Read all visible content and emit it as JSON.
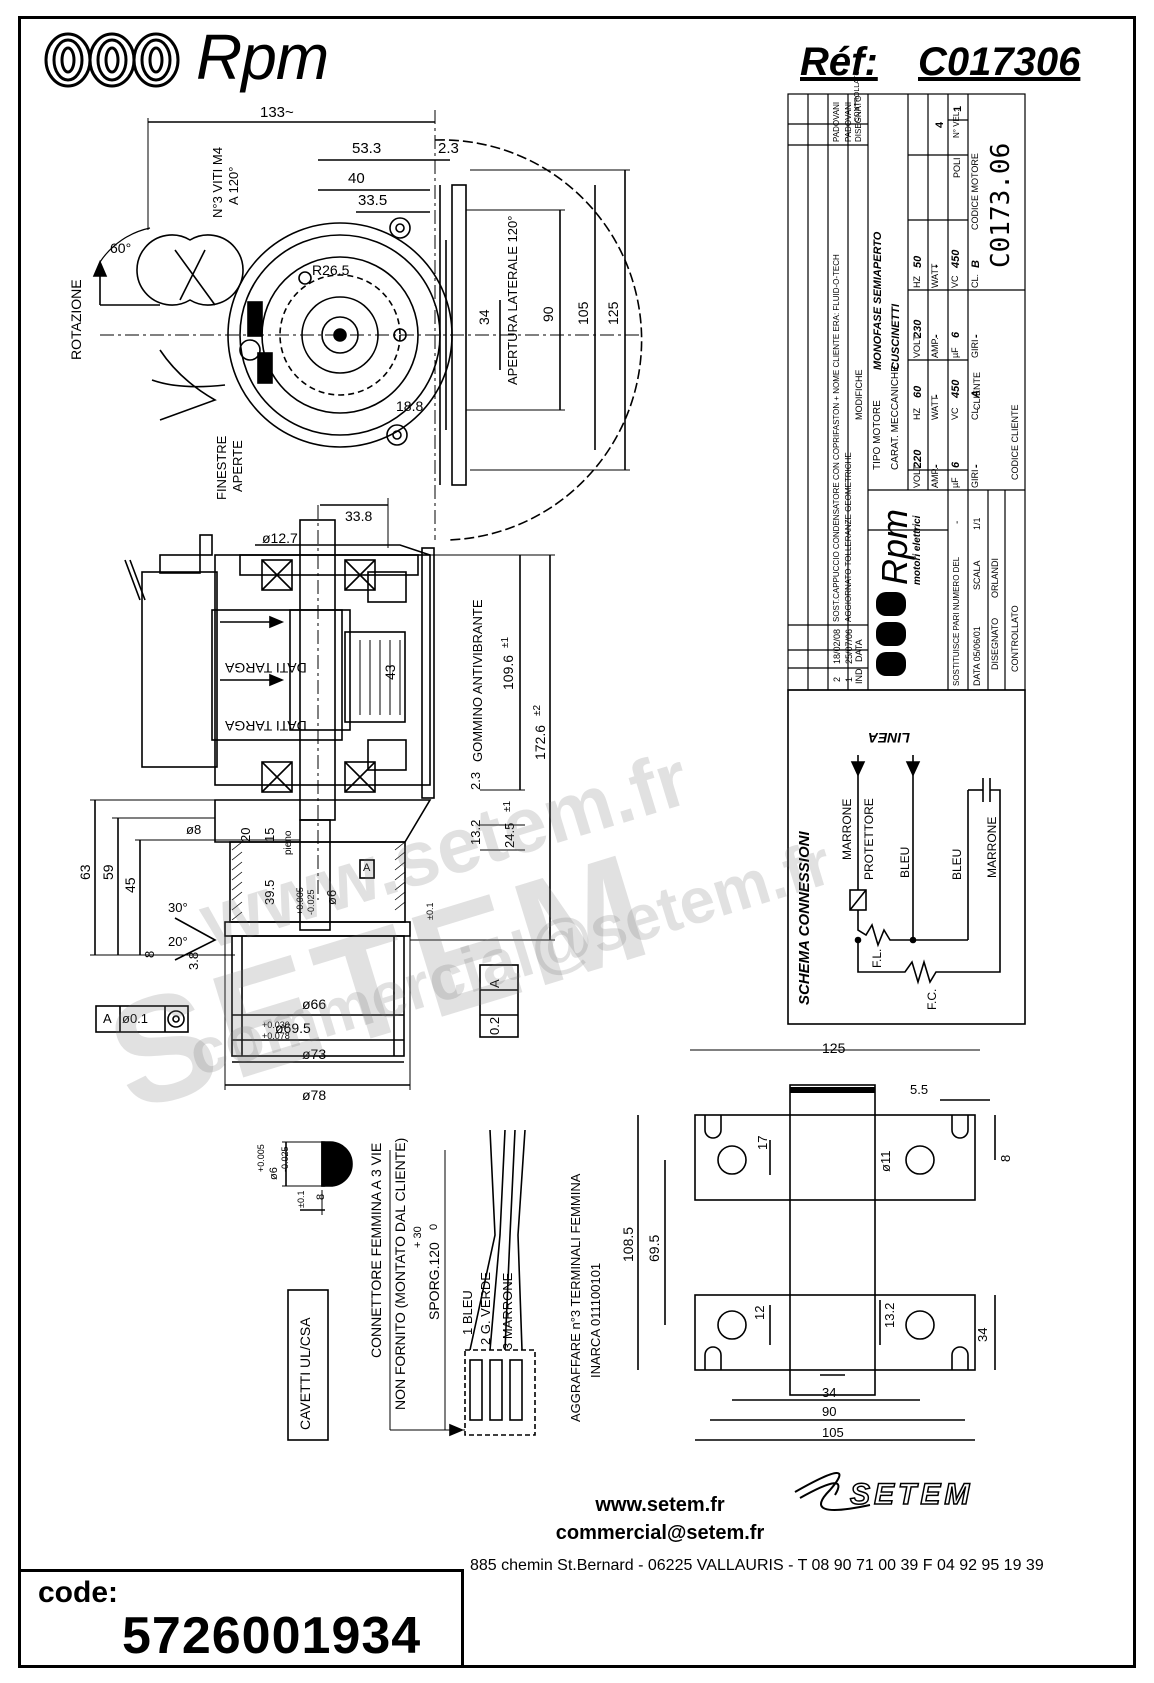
{
  "header": {
    "brand": "Rpm",
    "ref_label": "Réf:",
    "ref_value": "C017306"
  },
  "dimensions_top_view": [
    "133~",
    "53.3",
    "2.3",
    "40",
    "33.5",
    "R26.5",
    "34",
    "90",
    "105",
    "125",
    "18.8"
  ],
  "top_labels": {
    "rotation": "ROTAZIONE",
    "angle_60": "60°",
    "screws": "N°3 VITI M4",
    "screws_angle": "A 120°",
    "lateral_opening": "APERTURA LATERALE 120°"
  },
  "side_labels": {
    "windows": "FINESTRE",
    "windows2": "APERTE",
    "plate1": "DATI TARGA",
    "plate2": "DATI TARGA",
    "antivib": "GOMMINO ANTIVIBRANTE",
    "pieno": "pieno",
    "box_a": "A"
  },
  "dimensions_side_view": [
    "33.8",
    "ø12.7",
    "43",
    "109.6",
    "±1",
    "172.6",
    "±2",
    "2.3",
    "13.2",
    "24.5",
    "±1",
    "ø8",
    "20",
    "15",
    "63",
    "59",
    "45",
    "39.5",
    "ø6",
    "+0.005",
    "-0.025",
    "30°",
    "20°",
    "8",
    "3.8",
    "±0.1",
    "ø66",
    "ø69.5",
    "+0.030",
    "+0.078",
    "ø73",
    "ø78"
  ],
  "tolerances": {
    "flatness": "0.2",
    "flatness_ref": "A",
    "concentric": "ø0.1",
    "concentric_ref": "A"
  },
  "detail_shaft": {
    "dims": [
      "ø6",
      "+0.005",
      "-0.025",
      "8",
      "±0.1"
    ]
  },
  "connector": {
    "cables": "CAVETTI UL/CSA",
    "conn1": "CONNETTORE FEMMINA A 3 VIE",
    "conn2": "NON FORNITO (MONTATO DAL CLIENTE)",
    "sporg": "SPORG.120",
    "sporg_tol_plus": "+ 30",
    "sporg_tol_zero": "0",
    "wire1": "1 BLEU",
    "wire2": "2 G. VERDE",
    "wire3": "3 MARRONE",
    "crimp1": "AGGRAFFARE n°3 TERMINALI FEMMINA",
    "crimp2": "INARCA 011100101"
  },
  "bracket": {
    "dims": [
      "125",
      "5.5",
      "17",
      "ø11",
      "8",
      "108.5",
      "69.5",
      "12",
      "13.2",
      "34",
      "34",
      "90",
      "105"
    ]
  },
  "schema": {
    "title": "SCHEMA CONNESSIONI",
    "linea": "LINEA",
    "marrone1": "MARRONE",
    "protettore": "PROTETTORE",
    "bleu1": "BLEU",
    "bleu2": "BLEU",
    "marrone2": "MARRONE",
    "fl": "F.L.",
    "fc": "F.C."
  },
  "title_block": {
    "mod_rows": [
      {
        "ind": "2",
        "date": "18/02/08",
        "desc": "SOST.CAPPUCCIO CONDENSATORE CON COPRIFASTON + NOME CLIENTE ERA: FLUID-O-TECH",
        "by": "PADOVANI"
      },
      {
        "ind": "1",
        "date": "25/07/06",
        "desc": "AGGIORNATO TOLLERANZE GEOMETRICHE",
        "by": "PADOVANI"
      }
    ],
    "hdr_ind": "IND",
    "hdr_data": "DATA",
    "hdr_modifiche": "MODIFICHE",
    "hdr_disegnato": "DISEGNATO",
    "hdr_controllato": "CONTROLLATO",
    "tipo_motore_label": "TIPO MOTORE",
    "tipo_motore": "MONOFASE SEMIAPERTO",
    "carat_label": "CARAT. MECCANICHE",
    "carat": "CUSCINETTI",
    "elec_left": [
      [
        "VOLT",
        "220",
        "HZ",
        "60",
        "VOLT",
        "230",
        "HZ",
        "50"
      ],
      [
        "AMP.",
        "-",
        "WATT",
        "-",
        "AMP.",
        "-",
        "WATT",
        "-"
      ],
      [
        "µF",
        "6",
        "VC",
        "450",
        "µF",
        "6",
        "VC",
        "450"
      ],
      [
        "GIRI",
        "-",
        "CL.",
        "A",
        "GIRI",
        "-",
        "CL.",
        "B"
      ]
    ],
    "poli_label": "POLI",
    "poli": "4",
    "nvel_label": "N° VEL.",
    "nvel": "1",
    "brand": "Rpm",
    "brand_sub": "motori elettrici",
    "sostituisce": "SOSTITUISCE PARI NUMERO DEL",
    "sostituisce_val": "-",
    "data_label": "DATA 05/06/01",
    "scala_label": "SCALA",
    "scala": "1/1",
    "disegnato_label": "DISEGNATO",
    "disegnato": "ORLANDI",
    "controllato_label": "CONTROLLATO",
    "cliente_label": "CLIENTE",
    "codice_cliente_label": "CODICE CLIENTE",
    "codice_motore_label": "CODICE MOTORE",
    "codice_motore": "C0173.06"
  },
  "watermark": {
    "line1": "www.setem.fr",
    "line2": "SETEM",
    "line3": "commercial@setem.fr"
  },
  "footer": {
    "code_label": "code:",
    "code_value": "5726001934",
    "website": "www.setem.fr",
    "email": "commercial@setem.fr",
    "address": "885 chemin St.Bernard  -  06225 VALLAURIS  -   T 08 90 71 00 39   F 04 92 95 19 39",
    "brand": "SETEM"
  }
}
